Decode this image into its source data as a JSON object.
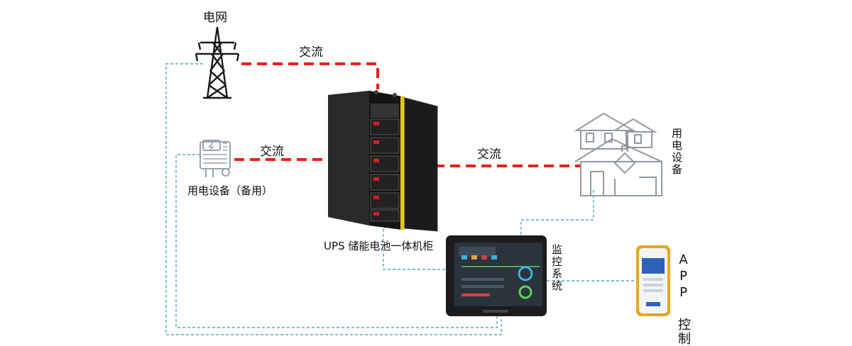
{
  "labels": {
    "grid": "电网",
    "ac_top": "交流",
    "ac_left": "交流",
    "ac_right": "交流",
    "backup_device": "用电设备（备用）",
    "load_device": "用电设备",
    "cabinet": "UPS 储能电池一体机柜",
    "monitor": "监控系统",
    "app": "APP 控制"
  },
  "colors": {
    "ac_line": "#e8201c",
    "comm_line": "#4aa8c8",
    "cabinet": "#1a1a1a",
    "door_hinge": "#e6c619",
    "module_led": "#d62020"
  },
  "icons": {
    "grid": "transmission-tower-icon",
    "backup": "generator-icon",
    "load": "house-icon",
    "cabinet": "battery-cabinet-icon",
    "monitor": "monitor-screen-icon",
    "app": "smartphone-icon"
  }
}
